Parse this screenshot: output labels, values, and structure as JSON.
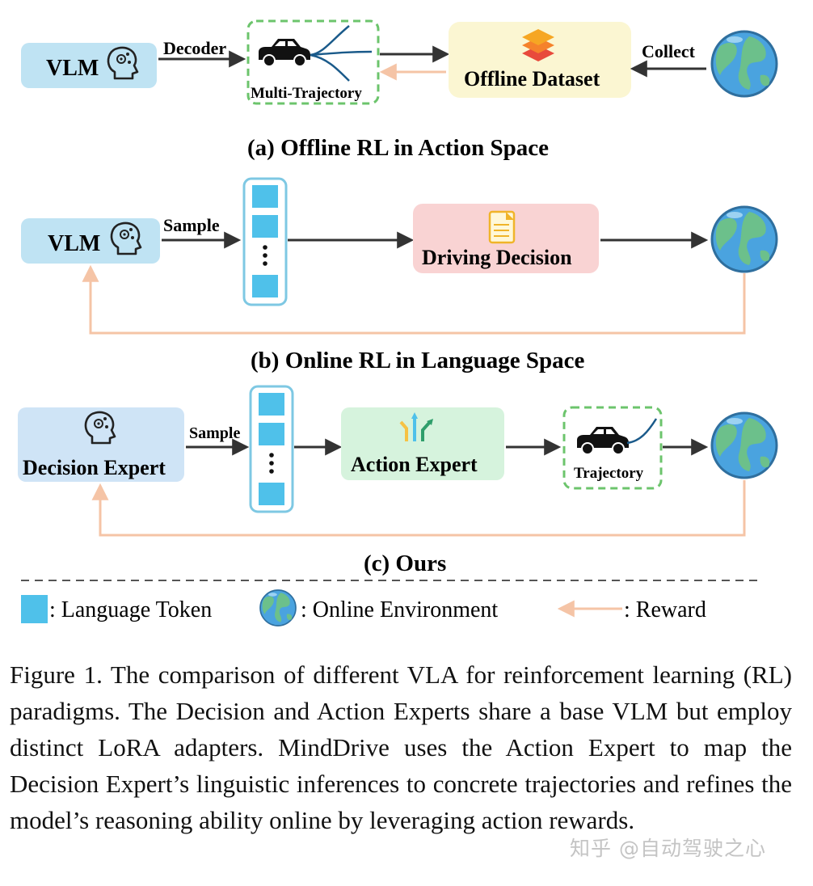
{
  "panel_a": {
    "vlm_label": "VLM",
    "decoder_label": "Decoder",
    "trajectory_label": "Multi-Trajectory",
    "dataset_label": "Offline Dataset",
    "collect_label": "Collect",
    "title": "(a) Offline RL in Action Space"
  },
  "panel_b": {
    "vlm_label": "VLM",
    "sample_label": "Sample",
    "decision_label": "Driving Decision",
    "title": "(b) Online RL in Language Space"
  },
  "panel_c": {
    "decision_expert_label": "Decision Expert",
    "sample_label": "Sample",
    "action_expert_label": "Action Expert",
    "trajectory_label": "Trajectory",
    "title": "(c) Ours"
  },
  "legend": {
    "token_label": ": Language Token",
    "env_label": ": Online Environment",
    "reward_label": ": Reward"
  },
  "caption": "Figure 1.  The comparison of different VLA for reinforcement learning (RL) paradigms. The Decision and Action Experts share a base VLM but employ distinct LoRA adapters. MindDrive uses the Action Expert to map the Decision Expert’s linguistic inferences to concrete trajectories and refines the model’s reasoning ability online by leveraging action rewards.",
  "watermark": "知乎 @自动驾驶之心",
  "colors": {
    "vlm_box": "#bfe3f3",
    "token": "#4fc1ea",
    "token_frame": "#7ec8e3",
    "dataset_box": "#fbf6d2",
    "decision_box": "#f9d3d3",
    "action_box": "#d6f3dd",
    "decision_expert_box": "#cfe4f6",
    "dashed_green": "#6cc46c",
    "reward_arrow": "#f5c4a6",
    "arrow": "#333333",
    "globe": "#4aa3df"
  },
  "icons": [
    "brain-head-icon",
    "car-icon",
    "layers-icon",
    "document-icon",
    "fork-arrows-icon",
    "globe-icon"
  ]
}
